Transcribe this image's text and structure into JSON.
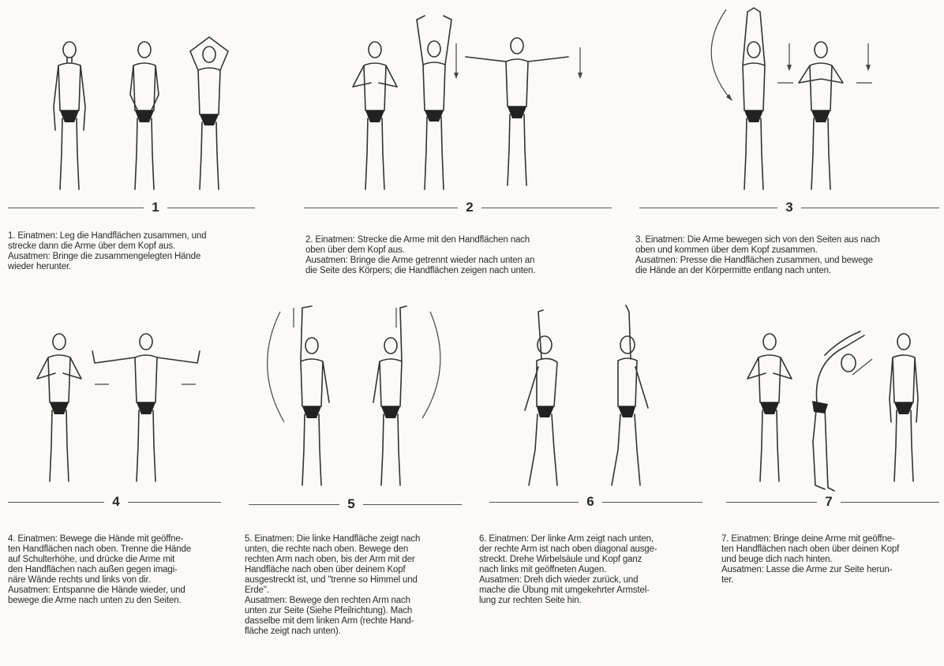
{
  "exercises": [
    {
      "number": "1",
      "text": "1. Einatmen: Leg die Handflächen zusammen, und\nstrecke dann die Arme über dem Kopf aus.\nAusatmen: Bringe die zusammengelegten Hände\nwieder herunter."
    },
    {
      "number": "2",
      "text": "2. Einatmen: Strecke die Arme mit den Handflächen nach\noben über dem Kopf aus.\nAusatmen: Bringe die Arme getrennt wieder nach unten an\ndie Seite des Körpers; die Handflächen zeigen nach unten."
    },
    {
      "number": "3",
      "text": "3. Einatmen: Die Arme bewegen sich von den Seiten aus nach\noben und kommen über dem Kopf zusammen.\nAusatmen: Presse die Handflächen zusammen, und bewege\ndie Hände an der Körpermitte entlang nach unten."
    },
    {
      "number": "4",
      "text": "4. Einatmen: Bewege die Hände mit geöffne-\nten Handflächen nach oben. Trenne die Hände\nauf Schulterhöhe, und drücke die Arme mit\nden Handflächen nach außen gegen imagi-\nnäre Wände rechts und links von dir.\nAusatmen: Entspanne die Hände wieder, und\nbewege die Arme nach unten zu den Seiten."
    },
    {
      "number": "5",
      "text": "5. Einatmen: Die linke Handfläche zeigt nach\nunten, die rechte nach oben. Bewege den\nrechten Arm nach oben, bis der Arm mit der\nHandfläche nach oben über deinem Kopf\nausgestreckt ist, und \"trenne so Himmel und\nErde\".\nAusatmen: Bewege den rechten Arm nach\nunten zur Seite (Siehe Pfeilrichtung). Mach\ndasselbe mit dem linken Arm (rechte Hand-\nfläche zeigt nach unten)."
    },
    {
      "number": "6",
      "text": "6. Einatmen: Der linke Arm zeigt nach unten,\nder rechte Arm ist nach oben diagonal ausge-\nstreckt. Drehe Wirbelsäule und Kopf ganz\nnach links mit geöffneten Augen.\nAusatmen: Dreh dich wieder zurück, und\nmache die Übung mit umgekehrter Armstel-\nlung zur rechten Seite hin."
    },
    {
      "number": "7",
      "text": "7. Einatmen: Bringe deine Arme mit geöffne-\nten Handflächen nach oben über deinen Kopf\nund beuge dich nach hinten.\nAusatmen: Lasse die Arme zur Seite herun-\nter."
    }
  ]
}
